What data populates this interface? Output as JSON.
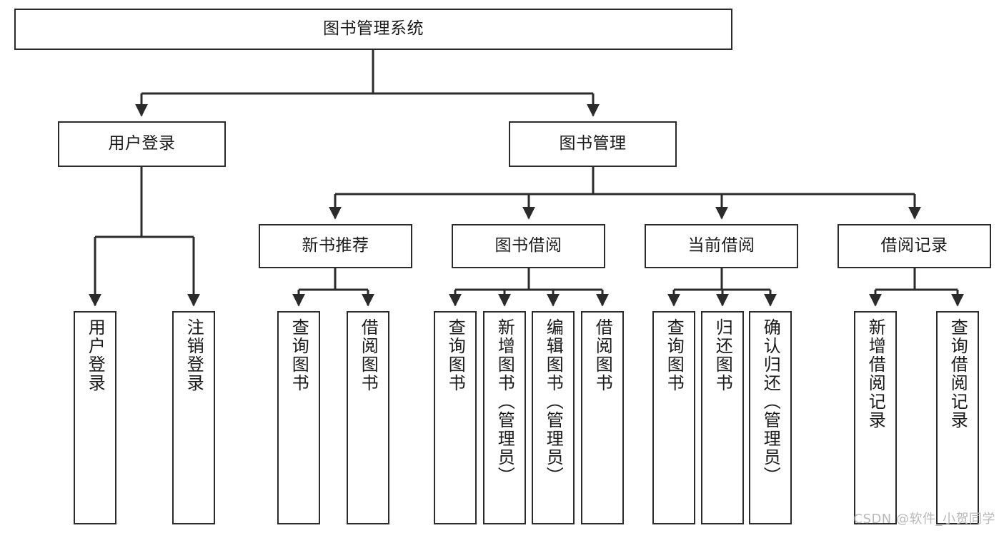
{
  "diagram": {
    "title": "图书管理系统",
    "type": "hierarchy-tree",
    "orientation": "top-down",
    "stroke_color": "#2b2b2b",
    "background_color": "#ffffff",
    "levels": 4
  },
  "nodes": {
    "root": {
      "label": "图书管理系统",
      "level": 1
    },
    "l2": [
      {
        "label": "用户登录",
        "level": 2
      },
      {
        "label": "图书管理",
        "level": 2
      }
    ],
    "l3": [
      {
        "label": "新书推荐",
        "level": 3,
        "parent": "图书管理"
      },
      {
        "label": "图书借阅",
        "level": 3,
        "parent": "图书管理"
      },
      {
        "label": "当前借阅",
        "level": 3,
        "parent": "图书管理"
      },
      {
        "label": "借阅记录",
        "level": 3,
        "parent": "图书管理"
      }
    ],
    "leaves_user_login": [
      {
        "label": "用户登录",
        "parent": "用户登录"
      },
      {
        "label": "注销登录",
        "parent": "用户登录"
      }
    ],
    "leaves_new_books": [
      {
        "label": "查询图书",
        "parent": "新书推荐"
      },
      {
        "label": "借阅图书",
        "parent": "新书推荐"
      }
    ],
    "leaves_borrow": [
      {
        "label": "查询图书",
        "parent": "图书借阅"
      },
      {
        "label": "新增图书（管理员）",
        "parent": "图书借阅"
      },
      {
        "label": "编辑图书（管理员）",
        "parent": "图书借阅"
      },
      {
        "label": "借阅图书",
        "parent": "图书借阅"
      }
    ],
    "leaves_current": [
      {
        "label": "查询图书",
        "parent": "当前借阅"
      },
      {
        "label": "归还图书",
        "parent": "当前借阅"
      },
      {
        "label": "确认归还（管理员）",
        "parent": "当前借阅"
      }
    ],
    "leaves_records": [
      {
        "label": "新增借阅记录",
        "parent": "借阅记录"
      },
      {
        "label": "查询借阅记录",
        "parent": "借阅记录"
      }
    ]
  },
  "watermark": {
    "text": "CSDN @软件_小贺同学"
  }
}
